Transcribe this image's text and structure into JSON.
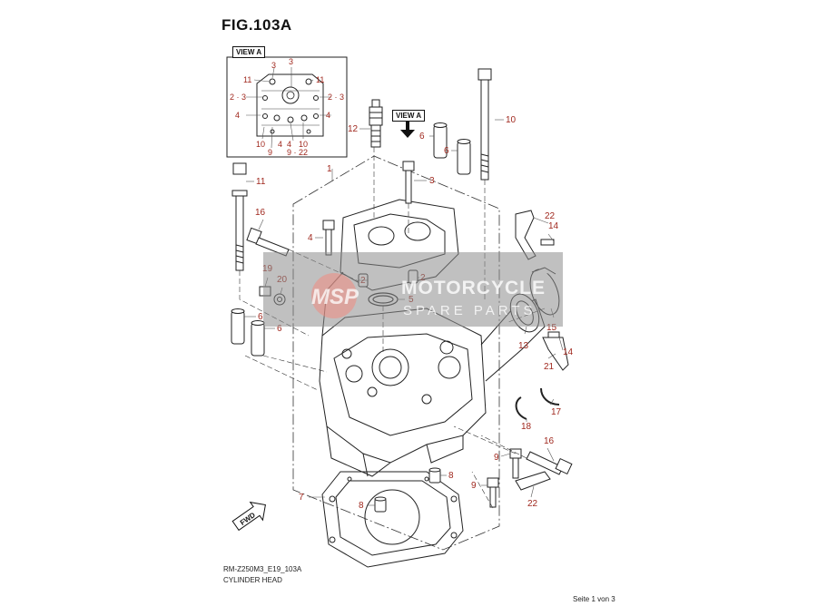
{
  "figure": {
    "title": "FIG.103A",
    "code": "RM-Z250M3_E19_103A",
    "name": "CYLINDER HEAD",
    "page_indicator": "Seite 1 von 3",
    "view_label": "VIEW A",
    "view_arrow_label": "VIEW A",
    "fwd_label": "FWD"
  },
  "watermark": {
    "logo_text": "MSP",
    "brand": "MOTORCYCLE",
    "sub": "SPARE PARTS"
  },
  "colors": {
    "callout": "#a0281e",
    "line": "#222222",
    "watermark_band": "#8c8c8c",
    "watermark_logo": "#f08a80"
  },
  "inset_callouts": [
    "3",
    "3",
    "11",
    "11",
    "2 · 3",
    "2 · 3",
    "4",
    "4",
    "10",
    "9",
    "4",
    "4",
    "10",
    "9 · 22"
  ],
  "callouts": [
    "12",
    "10",
    "6",
    "6",
    "1",
    "3",
    "11",
    "16",
    "4",
    "19",
    "20",
    "2",
    "2",
    "5",
    "6",
    "6",
    "22",
    "14",
    "15",
    "13",
    "14",
    "21",
    "17",
    "18",
    "16",
    "9",
    "8",
    "9",
    "22",
    "7",
    "8"
  ]
}
